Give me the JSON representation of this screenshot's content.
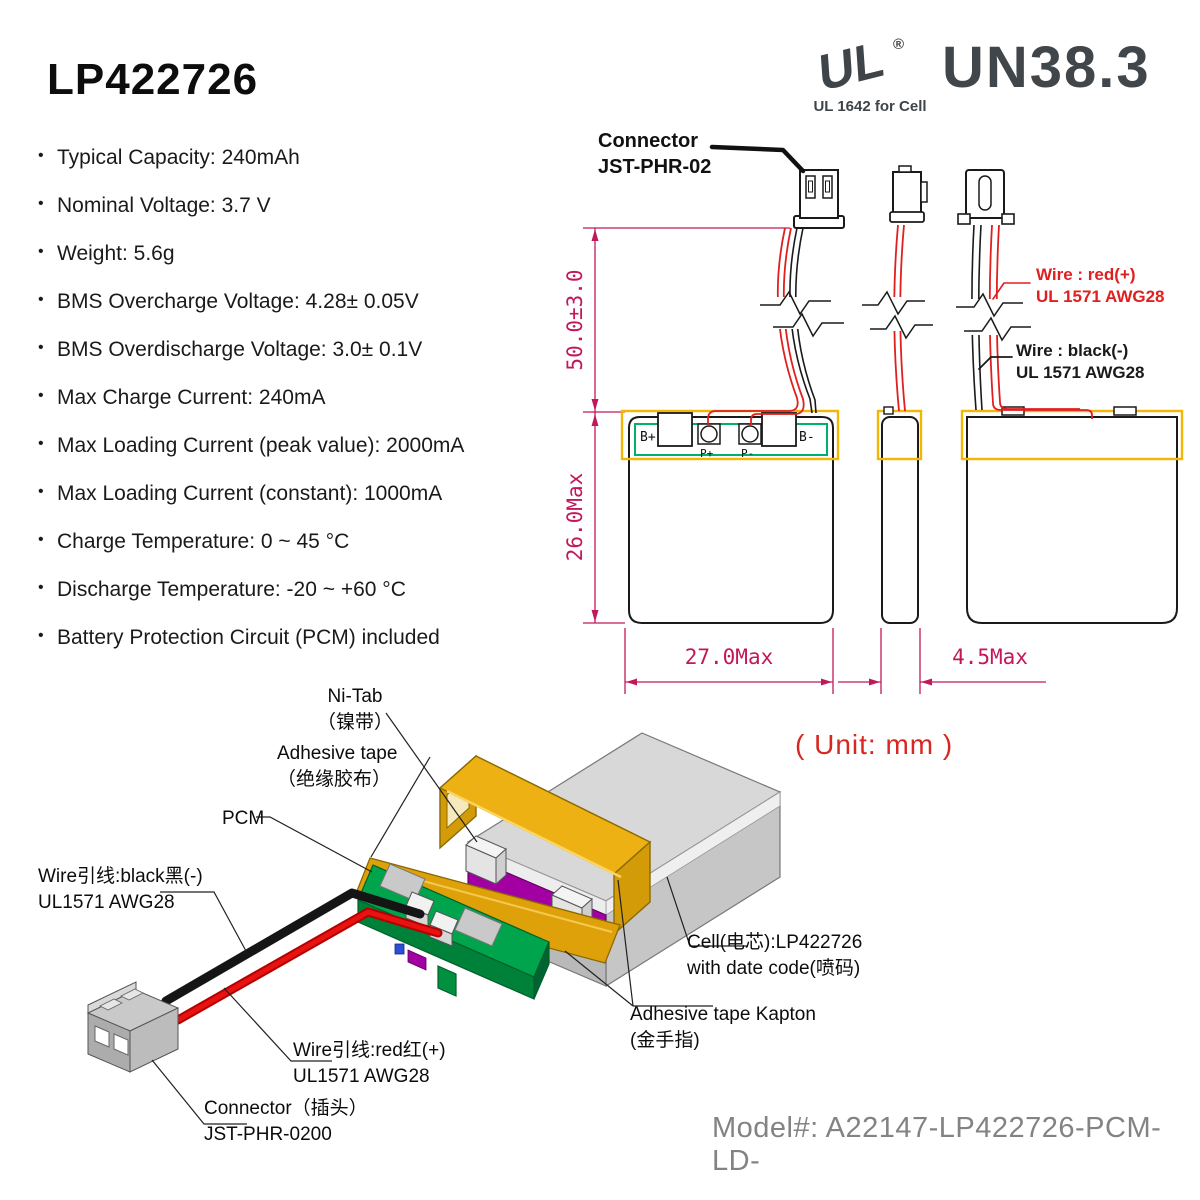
{
  "header": {
    "title": "LP422726",
    "ul_mark": "UL",
    "ul_reg": "®",
    "ul_caption": "UL 1642 for Cell",
    "cert": "UN38.3"
  },
  "specs": {
    "items": [
      "Typical Capacity: 240mAh",
      "Nominal Voltage: 3.7 V",
      "Weight: 5.6g",
      "BMS Overcharge Voltage: 4.28± 0.05V",
      "BMS Overdischarge Voltage: 3.0± 0.1V",
      "Max Charge Current: 240mA",
      "Max Loading Current (peak value): 2000mA",
      "Max Loading Current (constant): 1000mA",
      "Charge Temperature: 0 ~ 45 °C",
      "Discharge Temperature: -20 ~ +60 °C",
      "Battery Protection Circuit (PCM) included"
    ]
  },
  "drawing": {
    "connector_label": [
      "Connector",
      "JST-PHR-02"
    ],
    "wire_red_label": [
      "Wire : red(+)",
      "UL 1571 AWG28"
    ],
    "wire_black_label": [
      "Wire : black(-)",
      "UL 1571 AWG28"
    ],
    "dim_height": "50.0±3.0",
    "dim_body_height": "26.0Max",
    "dim_width": "27.0Max",
    "dim_thickness": "4.5Max",
    "terminal_b_plus": "B+",
    "terminal_p_plus": "P+",
    "terminal_p_minus": "P-",
    "terminal_b_minus": "B-",
    "unit_note": "( Unit: mm )"
  },
  "exploded": {
    "ni_tab": [
      "Ni-Tab",
      "（镍带）"
    ],
    "adhesive_tape": [
      "Adhesive tape",
      "（绝缘胶布）"
    ],
    "pcm": "PCM",
    "wire_black": [
      "Wire引线:black黑(-)",
      "UL1571 AWG28"
    ],
    "wire_red": [
      "Wire引线:red红(+)",
      "UL1571 AWG28"
    ],
    "connector": [
      "Connector（插头）",
      "JST-PHR-0200"
    ],
    "cell": [
      "Cell(电芯):LP422726",
      "with date code(喷码)"
    ],
    "kapton": [
      "Adhesive tape Kapton",
      "(金手指)"
    ]
  },
  "footer": {
    "model": "Model#: A22147-LP422726-PCM-LD-"
  },
  "colors": {
    "dimension": "#C2185B",
    "wire_red": "#E02020",
    "tape_yellow": "#F2B705",
    "pcm_green": "#00B268",
    "gold": "#E4A80C",
    "pcb_green": "#00A048",
    "purple": "#A300A3",
    "cell_gray": "#D2D2D2"
  }
}
